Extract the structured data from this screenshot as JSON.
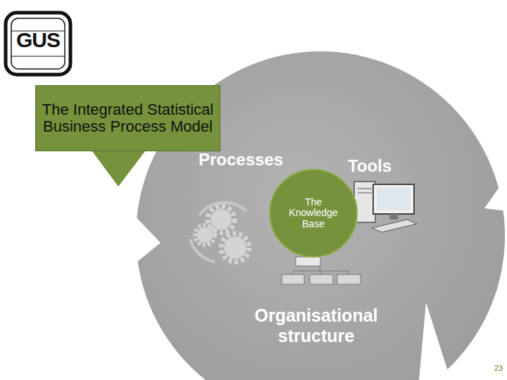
{
  "diagram": {
    "nodes": [
      {
        "text": [
          "The Integrated Statistical Business Process Model"
        ]
      },
      {
        "text": [
          "The Knowledge Base"
        ]
      }
    ],
    "labels": [
      "GUS",
      "Processes",
      "Tools",
      "Organisational structure",
      "23"
    ]
  }
}
